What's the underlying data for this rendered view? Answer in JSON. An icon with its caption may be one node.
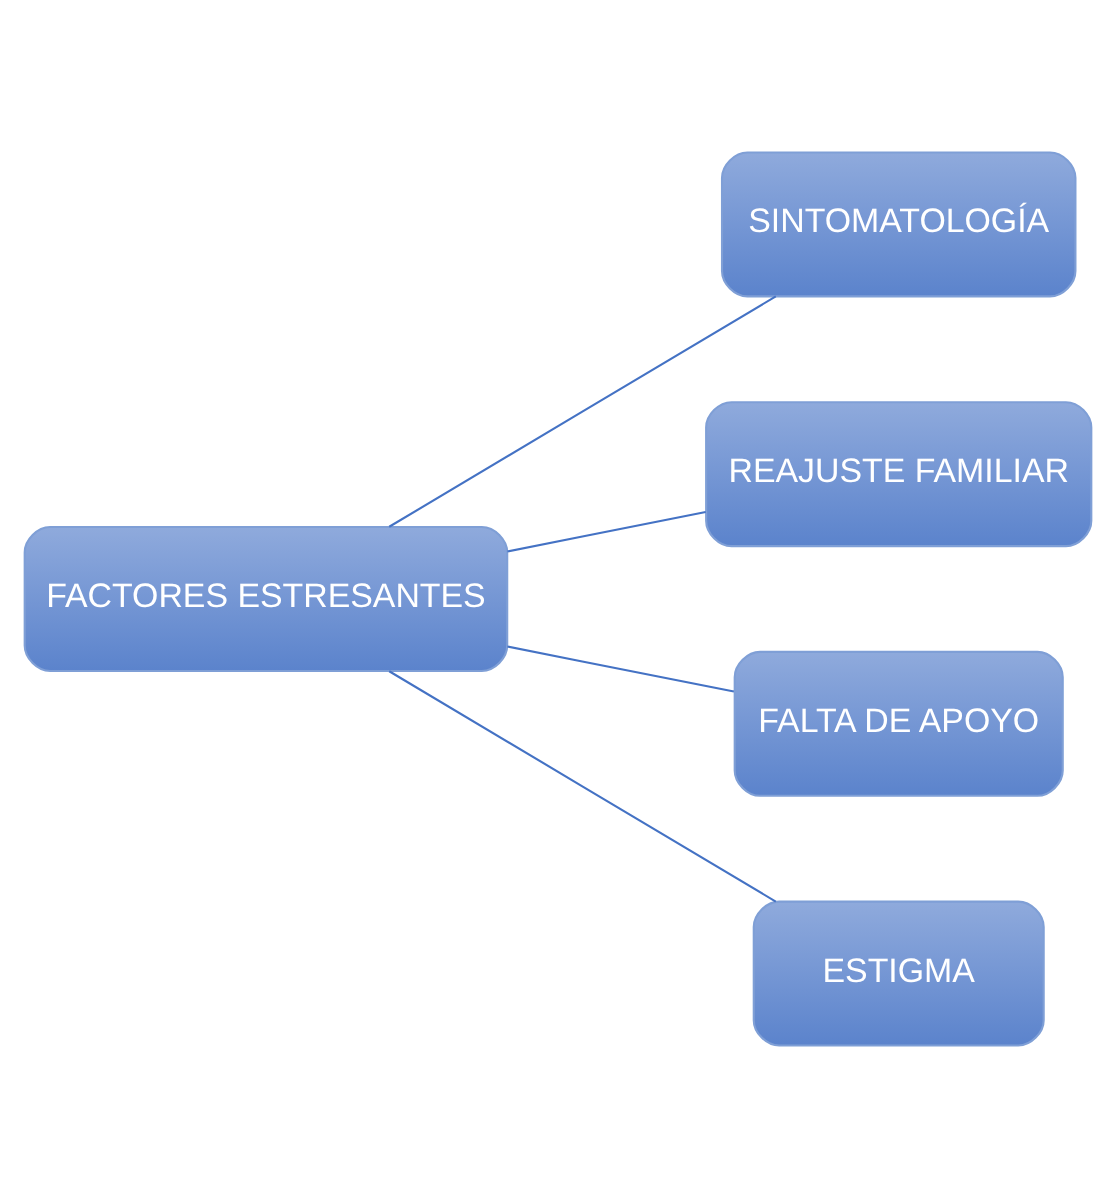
{
  "diagram": {
    "nodes": [
      {
        "text": [
          "FACTORES ESTRESANTES"
        ]
      },
      {
        "text": [
          "SINTOMATOLOGÍA"
        ]
      },
      {
        "text": [
          "REAJUSTE FAMILIAR"
        ]
      },
      {
        "text": [
          "FALTA DE APOYO"
        ]
      },
      {
        "text": [
          "ESTIGMA"
        ]
      }
    ],
    "edges": [
      {
        "from": 0,
        "to": 1,
        "arrow": "none"
      },
      {
        "from": 0,
        "to": 2,
        "arrow": "none"
      },
      {
        "from": 0,
        "to": 3,
        "arrow": "none"
      },
      {
        "from": 0,
        "to": 4,
        "arrow": "none"
      }
    ]
  }
}
